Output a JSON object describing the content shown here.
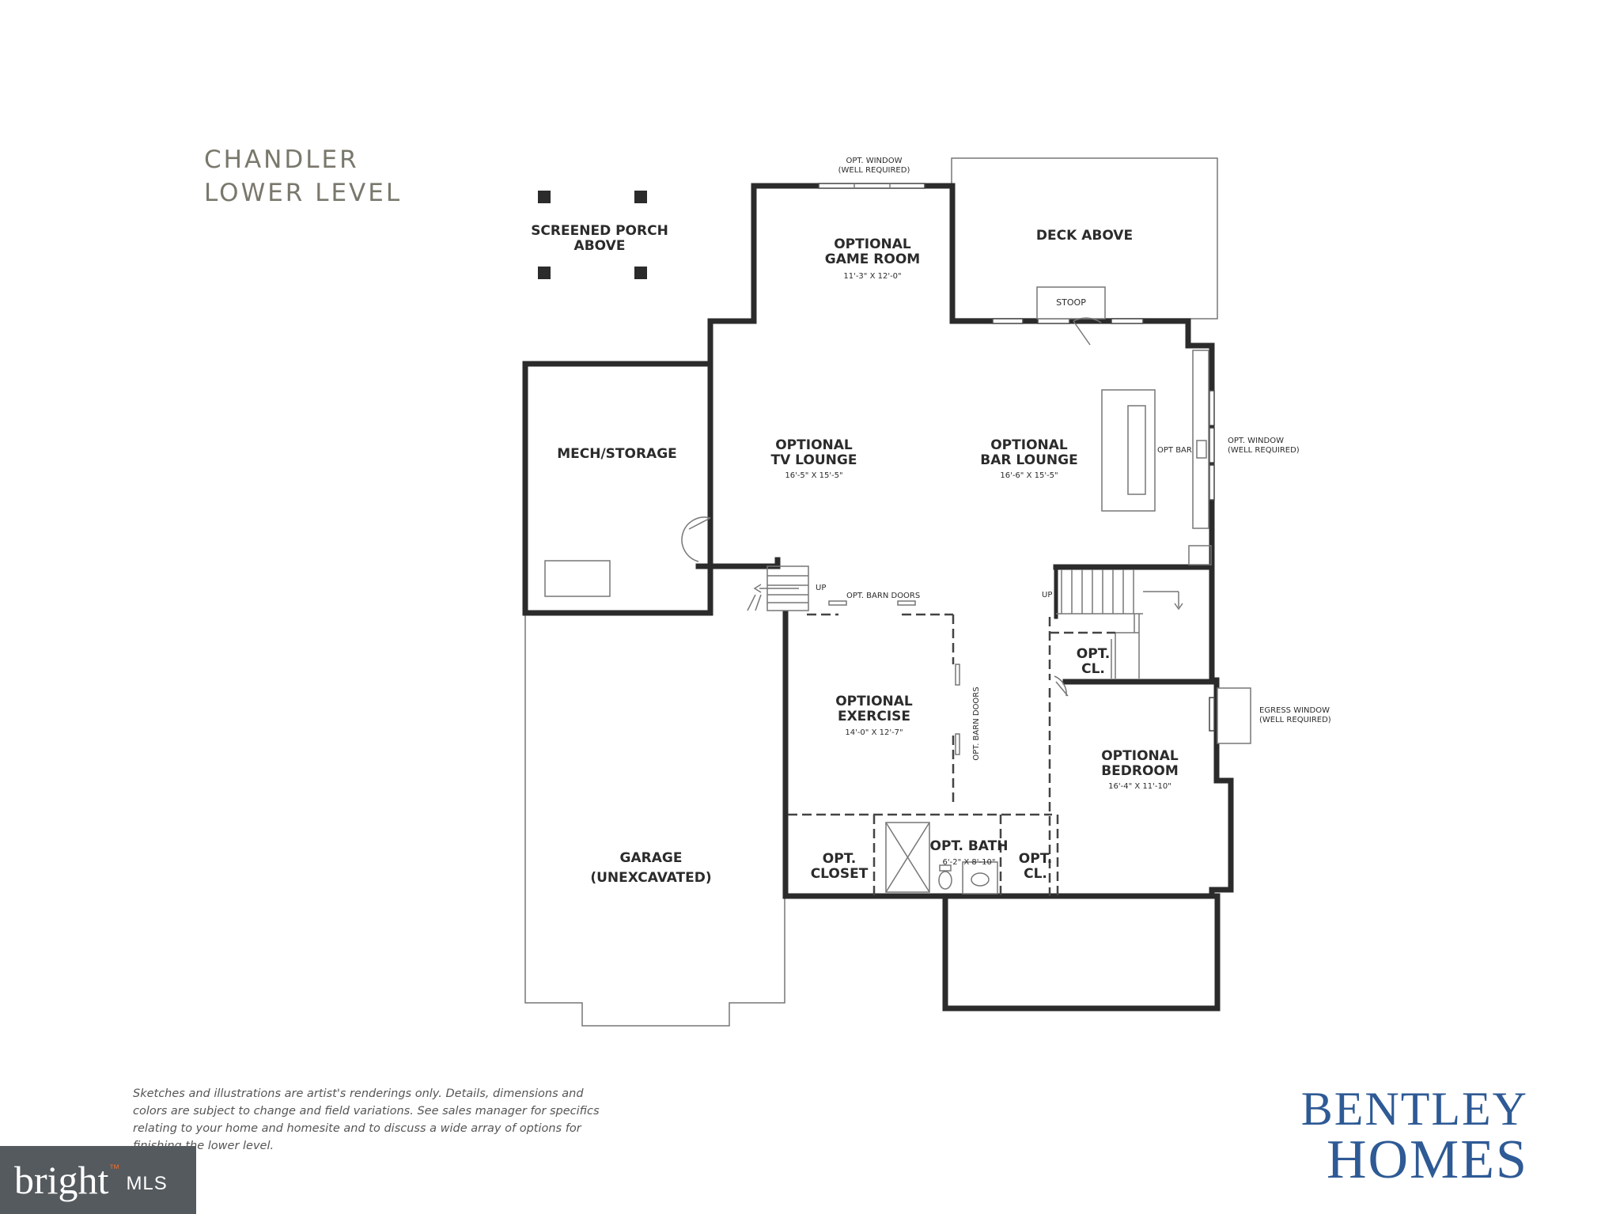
{
  "title": {
    "line1": "CHANDLER",
    "line2": "LOWER LEVEL"
  },
  "rooms": {
    "screened_porch": {
      "line1": "SCREENED PORCH",
      "line2": "ABOVE"
    },
    "deck": {
      "name": "DECK ABOVE"
    },
    "stoop": {
      "name": "STOOP"
    },
    "game_room": {
      "line1": "OPTIONAL",
      "line2": "GAME ROOM",
      "dims": "11'-3\" X 12'-0\""
    },
    "mech_storage": {
      "name": "MECH/STORAGE"
    },
    "tv_lounge": {
      "line1": "OPTIONAL",
      "line2": "TV LOUNGE",
      "dims": "16'-5\" X 15'-5\""
    },
    "bar_lounge": {
      "line1": "OPTIONAL",
      "line2": "BAR LOUNGE",
      "dims": "16'-6\" X 15'-5\""
    },
    "exercise": {
      "line1": "OPTIONAL",
      "line2": "EXERCISE",
      "dims": "14'-0\" X 12'-7\""
    },
    "bedroom": {
      "line1": "OPTIONAL",
      "line2": "BEDROOM",
      "dims": "16'-4\" X 11'-10\""
    },
    "garage": {
      "line1": "GARAGE",
      "line2": "(UNEXCAVATED)"
    },
    "closet": {
      "line1": "OPT.",
      "line2": "CLOSET"
    },
    "bath": {
      "name": "OPT. BATH",
      "dims": "6'-2\" X 8'-10\""
    },
    "cl_bottom": {
      "line1": "OPT.",
      "line2": "CL."
    },
    "cl_stair": {
      "line1": "OPT.",
      "line2": "CL."
    }
  },
  "notes": {
    "top_window": {
      "line1": "OPT. WINDOW",
      "line2": "(WELL REQUIRED)"
    },
    "right_window": {
      "line1": "OPT. WINDOW",
      "line2": "(WELL REQUIRED)"
    },
    "egress_window": {
      "line1": "EGRESS WINDOW",
      "line2": "(WELL REQUIRED)"
    },
    "opt_bar": "OPT BAR",
    "barn_doors_h": "OPT. BARN DOORS",
    "barn_doors_v": "OPT. BARN DOORS",
    "up_left": "UP",
    "up_right": "UP"
  },
  "disclaimer": "Sketches and illustrations are artist's renderings only.  Details, dimensions and colors are subject to change and  field variations. See sales manager for specifics relating to your home and homesite and to discuss a wide array of options for finishing the lower level.",
  "logo": {
    "line1": "BENTLEY",
    "line2": "HOMES",
    "color": "#2e5a95"
  },
  "watermark": {
    "brand": "bright",
    "suffix": "MLS",
    "tm": "™"
  }
}
